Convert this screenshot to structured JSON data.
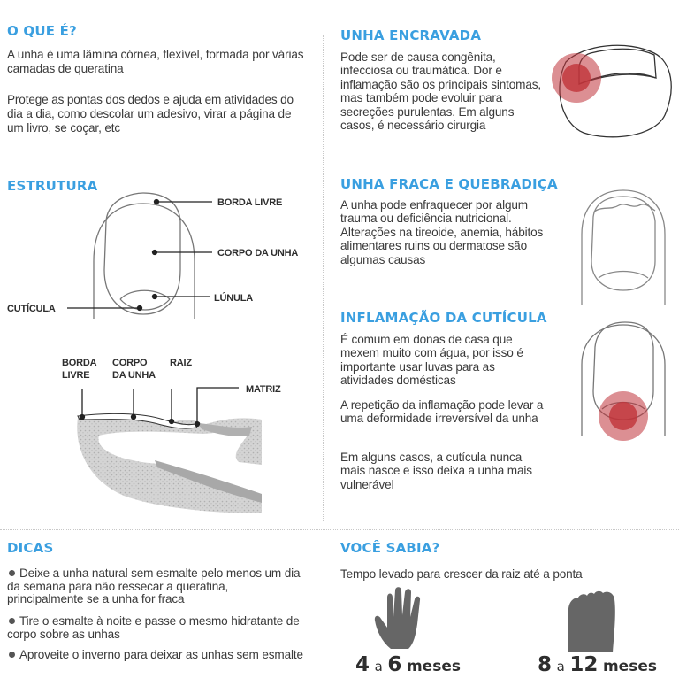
{
  "colors": {
    "heading": "#3a9fe0",
    "text": "#3a3a3a",
    "inflammation_outer": "#d8868a",
    "inflammation_inner": "#c0333a",
    "tissue": "#d6d6d6",
    "silhouette": "#666666"
  },
  "o_que_e": {
    "title": "O QUE É?",
    "para1": "A unha é uma lâmina córnea, flexível, formada por várias camadas de queratina",
    "para2": "Protege as pontas dos dedos e ajuda em atividades do dia a dia, como descolar um adesivo, virar a página de um livro, se coçar, etc"
  },
  "estrutura": {
    "title": "ESTRUTURA",
    "top_labels": {
      "borda_livre": "BORDA LIVRE",
      "corpo_da_unha": "CORPO DA UNHA",
      "lunula": "LÚNULA",
      "cuticula": "CUTÍCULA"
    },
    "side_labels": {
      "borda_livre": "BORDA\nLIVRE",
      "borda": "BORDA",
      "livre": "LIVRE",
      "corpo": "CORPO",
      "da_unha": "DA UNHA",
      "raiz": "RAIZ",
      "matriz": "MATRIZ"
    }
  },
  "unha_encravada": {
    "title": "UNHA ENCRAVADA",
    "text": "Pode ser de causa congênita, infecciosa ou traumática. Dor e inflamação são os principais sintomas, mas também pode evoluir para secreções purulentas. Em alguns casos, é necessário cirurgia",
    "icon": "ingrown-nail-icon"
  },
  "unha_fraca": {
    "title": "UNHA FRACA E QUEBRADIÇA",
    "text": "A unha pode enfraquecer por algum trauma ou deficiência nutricional. Alterações na tireoide, anemia, hábitos alimentares ruins ou dermatose são algumas causas",
    "icon": "brittle-nail-icon"
  },
  "inflamacao": {
    "title": "INFLAMAÇÃO DA CUTÍCULA",
    "para1": "É comum em donas de casa que mexem muito com água, por isso é importante usar luvas para as atividades domésticas",
    "para2": "A repetição da inflamação pode levar a uma deformidade irreversível da unha",
    "para3": "Em alguns casos, a cutícula nunca mais nasce e isso deixa a unha mais vulnerável",
    "icon": "cuticle-inflammation-icon"
  },
  "dicas": {
    "title": "DICAS",
    "items": [
      "Deixe a unha natural sem esmalte pelo menos um dia da semana para não ressecar a queratina, principalmente se a unha for fraca",
      "Tire o esmalte à noite e passe o mesmo hidratante de corpo sobre as unhas",
      "Aproveite o inverno para deixar as unhas sem esmalte"
    ]
  },
  "voce_sabia": {
    "title": "VOCÊ SABIA?",
    "subtitle": "Tempo levado para crescer da raiz até a ponta",
    "hand": {
      "icon": "hand-icon",
      "min": "4",
      "sep": "a",
      "max": "6",
      "unit": "meses"
    },
    "foot": {
      "icon": "foot-icon",
      "min": "8",
      "sep": "a",
      "max": "12",
      "unit": "meses"
    }
  }
}
